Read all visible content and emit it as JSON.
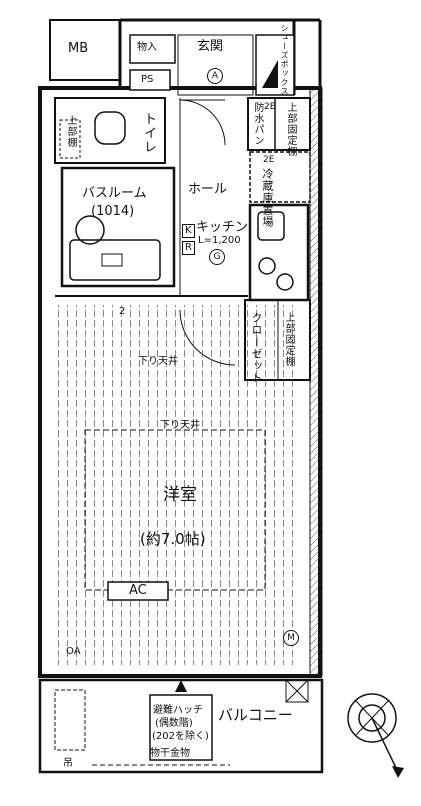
{
  "labels": {
    "mb": "MB",
    "storage": "物入",
    "entrance": "玄関",
    "shoe_box": "シューズボックス",
    "ps": "PS",
    "toilet": "トイレ",
    "upper_shelf_left": "上部棚",
    "waterproof_pan": "防水パン",
    "upper_fixed_shelf": "上部固定棚",
    "hall": "ホール",
    "bathroom": "バスルーム",
    "bathroom_size": "(1014)",
    "fridge_space": "冷蔵庫置場",
    "kitchen": "キッチン",
    "kitchen_length": "L=1,200",
    "closet": "クローゼット",
    "closet_upper_shelf": "上部固定棚",
    "dropped_ceiling_1": "下り天井",
    "dropped_ceiling_2": "下り天井",
    "western_room": "洋室",
    "room_size": "(約7.0帖)",
    "ac": "AC",
    "oa": "OA",
    "balcony": "バルコニー",
    "hatch_line1": "避難ハッチ",
    "hatch_line2": "(偶数階)",
    "hatch_line3": "(202を除く)",
    "drying_hardware": "物干金物",
    "hanging": "吊"
  },
  "symbols": {
    "a": "A",
    "k": "K",
    "r": "R",
    "g": "G",
    "m": "M",
    "tag_2e": "2E",
    "num_2": "2"
  }
}
